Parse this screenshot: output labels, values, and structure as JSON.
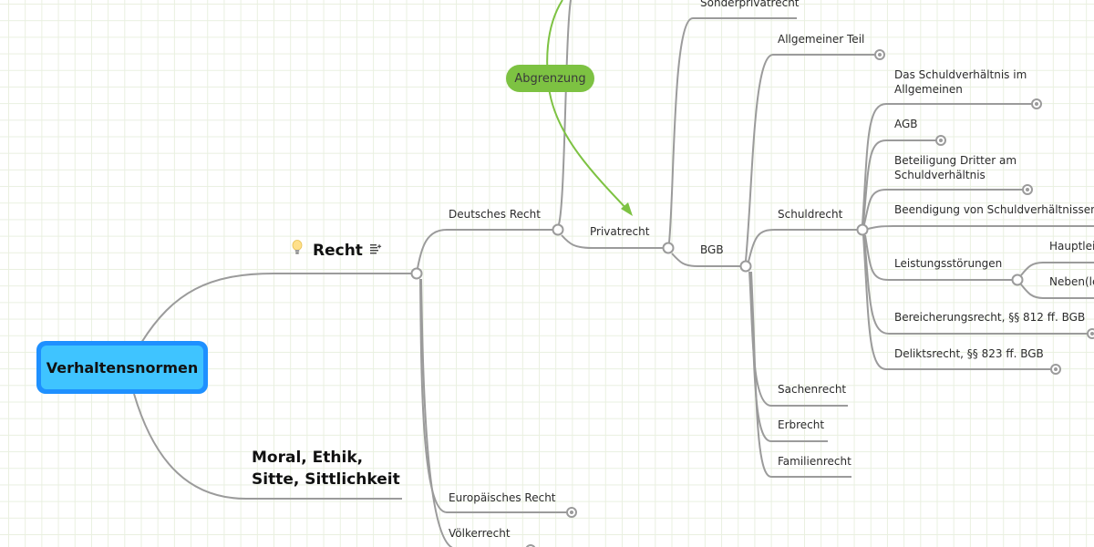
{
  "map": {
    "root": "Verhaltensnormen",
    "recht": "Recht",
    "moral": "Moral, Ethik, Sitte, Sittlichkeit",
    "deutsches_recht": "Deutsches Recht",
    "europaeisches_recht": "Europäisches Recht",
    "voelkerrecht": "Völkerrecht",
    "privatrecht": "Privatrecht",
    "sonderprivatrecht": "Sonderprivatrecht",
    "bgb": "BGB",
    "allgemeiner_teil": "Allgemeiner Teil",
    "schuldrecht": "Schuldrecht",
    "sachenrecht": "Sachenrecht",
    "erbrecht": "Erbrecht",
    "familienrecht": "Familienrecht",
    "schuldrecht_children": [
      "Das Schuldverhältnis im Allgemeinen",
      "AGB",
      "Beteiligung Dritter am Schuldverhältnis",
      "Beendigung von Schuldverhältnissen",
      "Leistungsstörungen",
      "Bereicherungsrecht, §§ 812 ff. BGB",
      "Deliktsrecht, §§ 823 ff. BGB"
    ],
    "leistungsstoerungen_children": [
      "Hauptleis",
      "Neben(le"
    ],
    "relationship_label": "Abgrenzung"
  },
  "colors": {
    "root_border": "#1e90ff",
    "root_fill": "#3fc4ff",
    "relationship": "#7dc242",
    "line": "#9b9b9b",
    "grid": "#e9f0e0"
  },
  "icons": {
    "recht_marker": "lightbulb-icon",
    "recht_notes": "notes-icon",
    "collapse": "collapsed-branch-icon"
  }
}
